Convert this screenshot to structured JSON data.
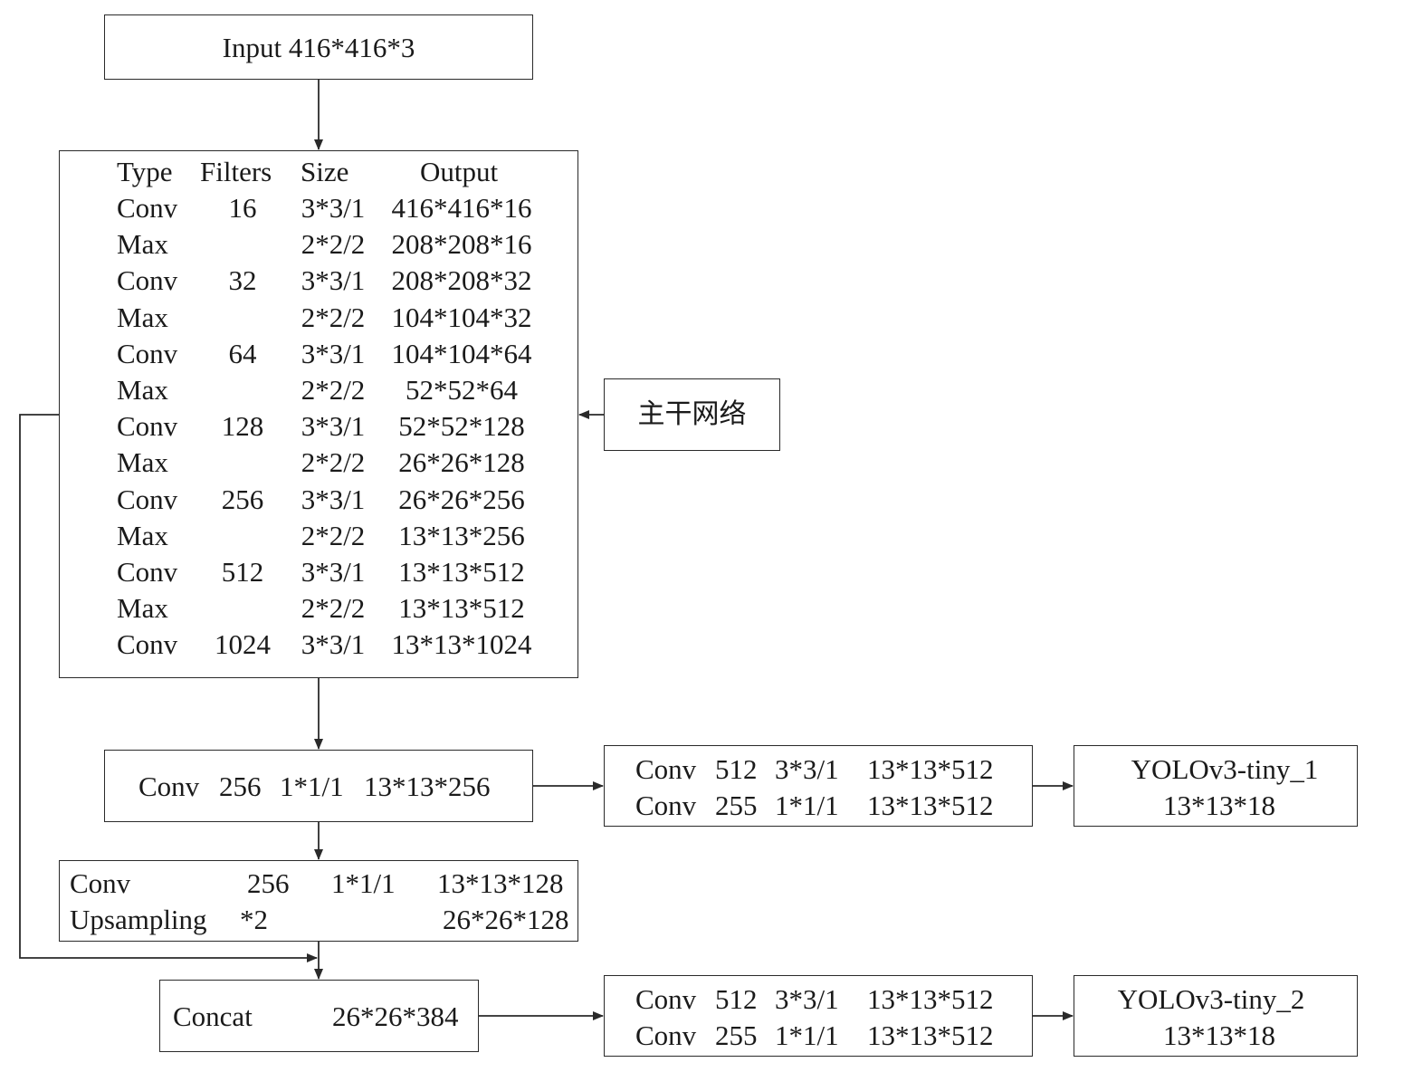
{
  "input_box": {
    "label": "Input 416*416*3"
  },
  "backbone": {
    "headers": [
      "Type",
      "Filters",
      "Size",
      "Output"
    ],
    "rows": [
      [
        "Conv",
        "16",
        "3*3/1",
        "416*416*16"
      ],
      [
        "Max",
        "",
        "2*2/2",
        "208*208*16"
      ],
      [
        "Conv",
        "32",
        "3*3/1",
        "208*208*32"
      ],
      [
        "Max",
        "",
        "2*2/2",
        "104*104*32"
      ],
      [
        "Conv",
        "64",
        "3*3/1",
        "104*104*64"
      ],
      [
        "Max",
        "",
        "2*2/2",
        "52*52*64"
      ],
      [
        "Conv",
        "128",
        "3*3/1",
        "52*52*128"
      ],
      [
        "Max",
        "",
        "2*2/2",
        "26*26*128"
      ],
      [
        "Conv",
        "256",
        "3*3/1",
        "26*26*256"
      ],
      [
        "Max",
        "",
        "2*2/2",
        "13*13*256"
      ],
      [
        "Conv",
        "512",
        "3*3/1",
        "13*13*512"
      ],
      [
        "Max",
        "",
        "2*2/2",
        "13*13*512"
      ],
      [
        "Conv",
        "1024",
        "3*3/1",
        "13*13*1024"
      ]
    ]
  },
  "backbone_label": "主干网络",
  "neck_conv": {
    "type": "Conv",
    "filters": "256",
    "size": "1*1/1",
    "output": "13*13*256"
  },
  "head1": {
    "line1": [
      "Conv",
      "512",
      "3*3/1",
      "13*13*512"
    ],
    "line2": [
      "Conv",
      "255",
      "1*1/1",
      "13*13*512"
    ]
  },
  "output1": {
    "name": "YOLOv3-tiny_1",
    "shape": "13*13*18"
  },
  "upsample_block": {
    "line1": [
      "Conv",
      "256",
      "1*1/1",
      "13*13*128"
    ],
    "line2": [
      "Upsampling",
      "*2",
      "",
      "26*26*128"
    ]
  },
  "concat_box": {
    "type": "Concat",
    "output": "26*26*384"
  },
  "head2": {
    "line1": [
      "Conv",
      "512",
      "3*3/1",
      "13*13*512"
    ],
    "line2": [
      "Conv",
      "255",
      "1*1/1",
      "13*13*512"
    ]
  },
  "output2": {
    "name": "YOLOv3-tiny_2",
    "shape": "13*13*18"
  }
}
